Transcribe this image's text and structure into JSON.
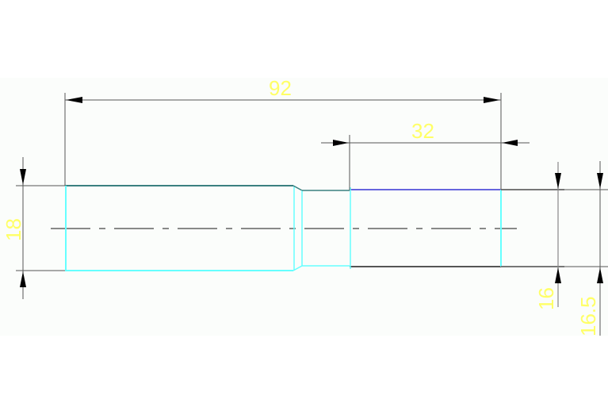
{
  "drawing": {
    "type": "cad-shaft-drawing",
    "background": "#fbfdfb",
    "colors": {
      "dimension_text": "#ffff66",
      "dimension_line": "#555555",
      "outline_cyan": "#66ffff",
      "outline_top": "#3a8080",
      "outline_blue": "#6666dd",
      "centerline": "#444444"
    }
  },
  "dimensions": {
    "overall_length": "92",
    "right_section_length": "32",
    "left_diameter": "18",
    "right_diameter_inner": "16",
    "right_diameter_outer": "16.5"
  }
}
